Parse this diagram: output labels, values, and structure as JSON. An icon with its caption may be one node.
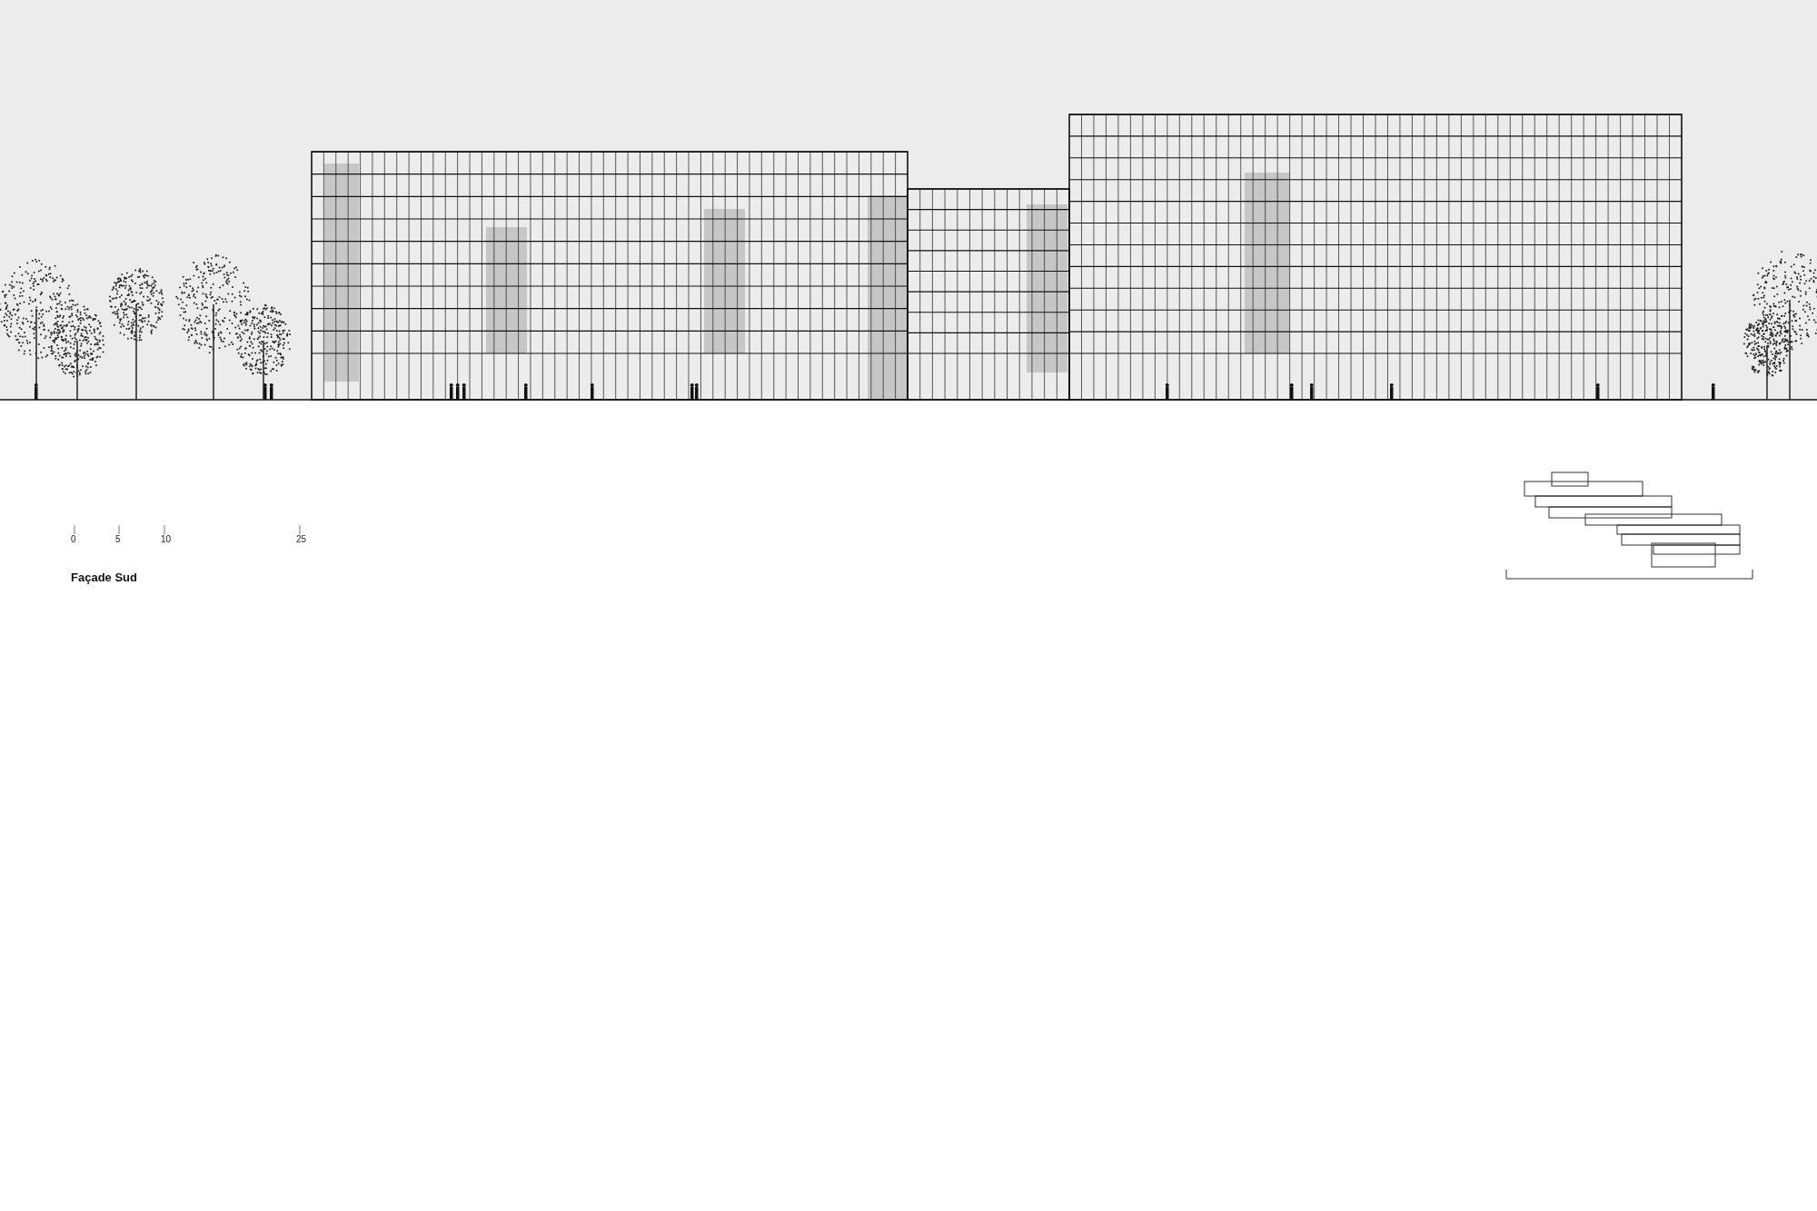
{
  "diagram": {
    "title": "Façade Sud",
    "labels": [
      "0",
      "5",
      "10",
      "25"
    ]
  }
}
